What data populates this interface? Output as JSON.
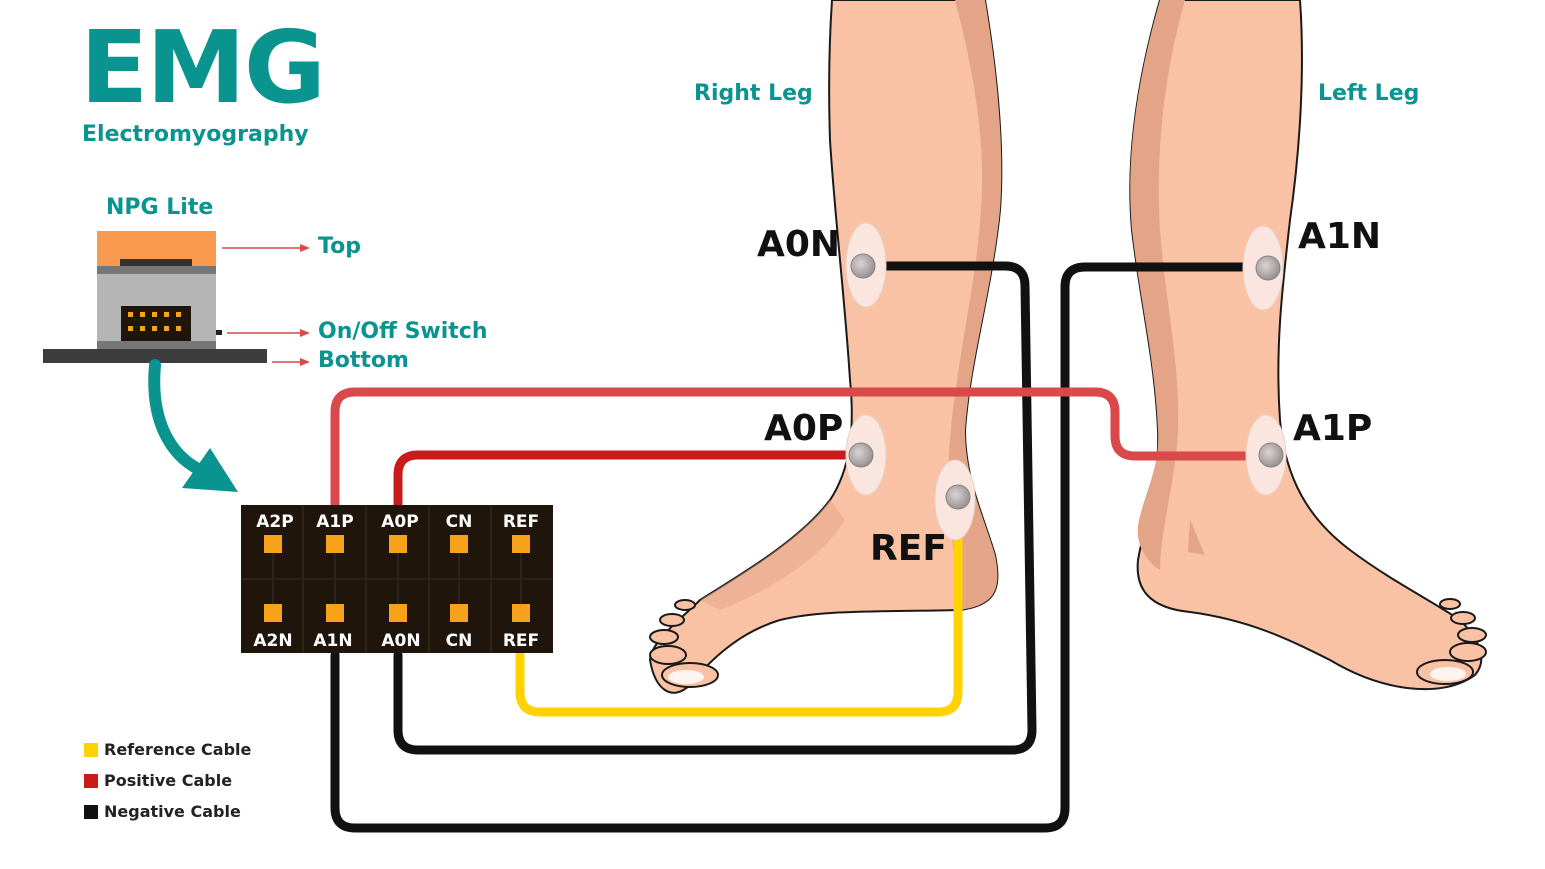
{
  "header": {
    "title": "EMG",
    "subtitle": "Electromyography"
  },
  "device": {
    "name": "NPG Lite",
    "labels": {
      "top": "Top",
      "switch": "On/Off Switch",
      "bottom": "Bottom"
    }
  },
  "legs": {
    "right": "Right Leg",
    "left": "Left Leg"
  },
  "electrodes": {
    "a0n": "A0N",
    "a0p": "A0P",
    "ref": "REF",
    "a1n": "A1N",
    "a1p": "A1P"
  },
  "connector": {
    "top_row": [
      "A2P",
      "A1P",
      "A0P",
      "CN",
      "REF"
    ],
    "bottom_row": [
      "A2N",
      "A1N",
      "A0N",
      "CN",
      "REF"
    ]
  },
  "legend": [
    {
      "label": "Reference Cable",
      "color": "#ffd200"
    },
    {
      "label": "Positive Cable",
      "color": "#cc1a1a"
    },
    {
      "label": "Negative Cable",
      "color": "#111111"
    }
  ],
  "colors": {
    "accent": "#0a9490",
    "skin": "#f9c2a4",
    "skin_shadow": "#e3a487",
    "positive_a0": "#c81b1b",
    "positive_a1": "#d9484a",
    "negative": "#111111",
    "reference": "#ffd200",
    "arrow": "#d9484a",
    "connector_bg": "#1f150b",
    "pin": "#f7a21b"
  }
}
